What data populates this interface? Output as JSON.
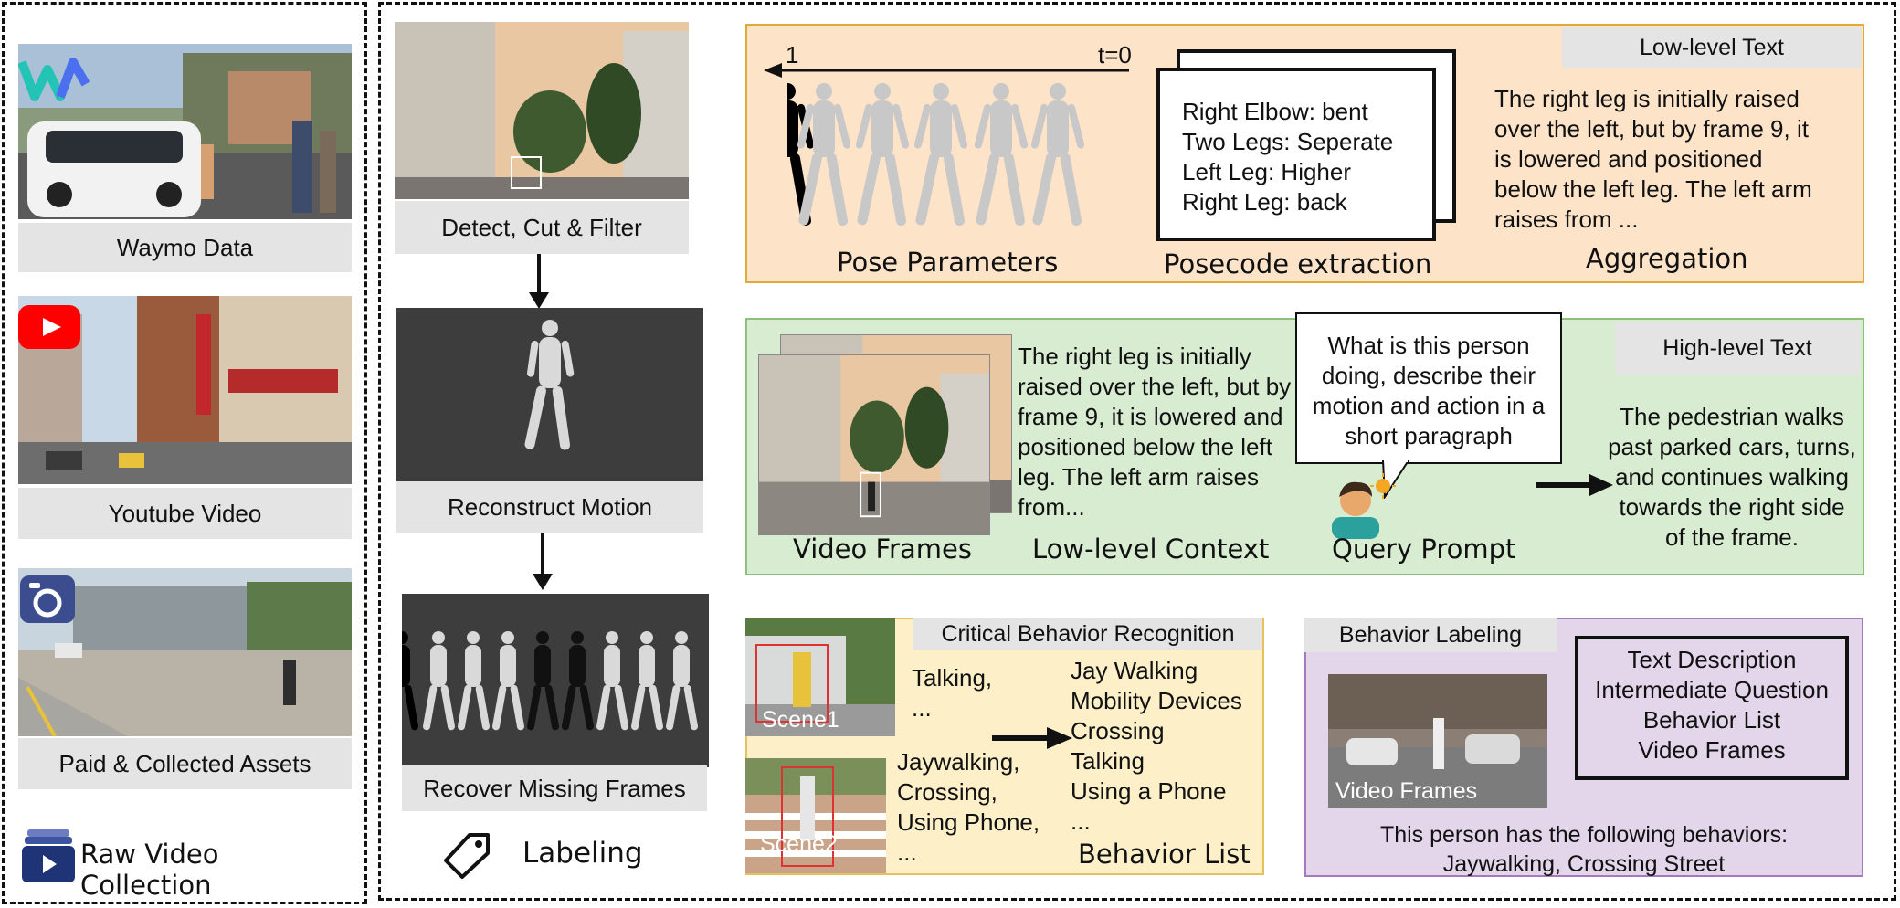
{
  "left_column": {
    "sources": [
      {
        "label": "Waymo Data",
        "icon": "waymo-logo-icon"
      },
      {
        "label": "Youtube Video",
        "icon": "youtube-logo-icon"
      },
      {
        "label": "Paid & Collected Assets",
        "icon": "camera-icon"
      }
    ],
    "footer": "Raw Video Collection",
    "footer_icon": "video-stack-icon"
  },
  "middle_column": {
    "steps": [
      "Detect, Cut & Filter",
      "Reconstruct Motion",
      "Recover Missing Frames"
    ],
    "footer": "Labeling",
    "footer_icon": "tag-icon"
  },
  "lowlevel_panel": {
    "tag": "Low-level Text",
    "arrow_start": "1",
    "arrow_end": "t=0",
    "posecodes": [
      "Right Elbow: bent",
      "Two Legs: Seperate",
      "Left Leg: Higher",
      "Right Leg: back"
    ],
    "text": "The right leg is initially raised over the left, but by frame 9, it is lowered and positioned below the left leg. The left arm raises from ...",
    "captions": [
      "Pose Parameters",
      "Posecode extraction",
      "Aggregation"
    ],
    "bg_color": "#fde3c8",
    "border_color": "#e0a93a"
  },
  "highlevel_panel": {
    "tag": "High-level Text",
    "context_text": "The right leg is initially raised over the left, but by frame 9, it is lowered and positioned below the left leg. The left arm raises from...",
    "query": "What is this person doing, describe their motion and action in a short paragraph",
    "output": "The pedestrian walks past parked cars, turns, and continues walking towards the right side of the frame.",
    "captions": [
      "Video Frames",
      "Low-level Context",
      "Query Prompt"
    ],
    "bg_color": "#d8ecd2",
    "border_color": "#8dc07a"
  },
  "critical_panel": {
    "tag": "Critical Behavior Recognition",
    "scene_labels": [
      "Scene1",
      "Scene2"
    ],
    "scene1_items": [
      "Talking,",
      "..."
    ],
    "scene2_items": [
      "Jaywalking,",
      "Crossing,",
      "Using Phone,",
      "..."
    ],
    "behavior_list": [
      "Jay Walking",
      "Mobility Devices",
      "Crossing",
      "Talking",
      "Using a Phone",
      "..."
    ],
    "caption": "Behavior List",
    "bg_color": "#fdf0c8",
    "border_color": "#e5c25a"
  },
  "labeling_panel": {
    "tag": "Behavior Labeling",
    "frames_label": "Video Frames",
    "box_items": [
      "Text Description",
      "Intermediate Question",
      "Behavior List",
      "Video Frames"
    ],
    "result_line1": "This person has the following behaviors:",
    "result_line2": "Jaywalking, Crossing Street",
    "bg_color": "#e3d5ea",
    "border_color": "#a679bd"
  }
}
